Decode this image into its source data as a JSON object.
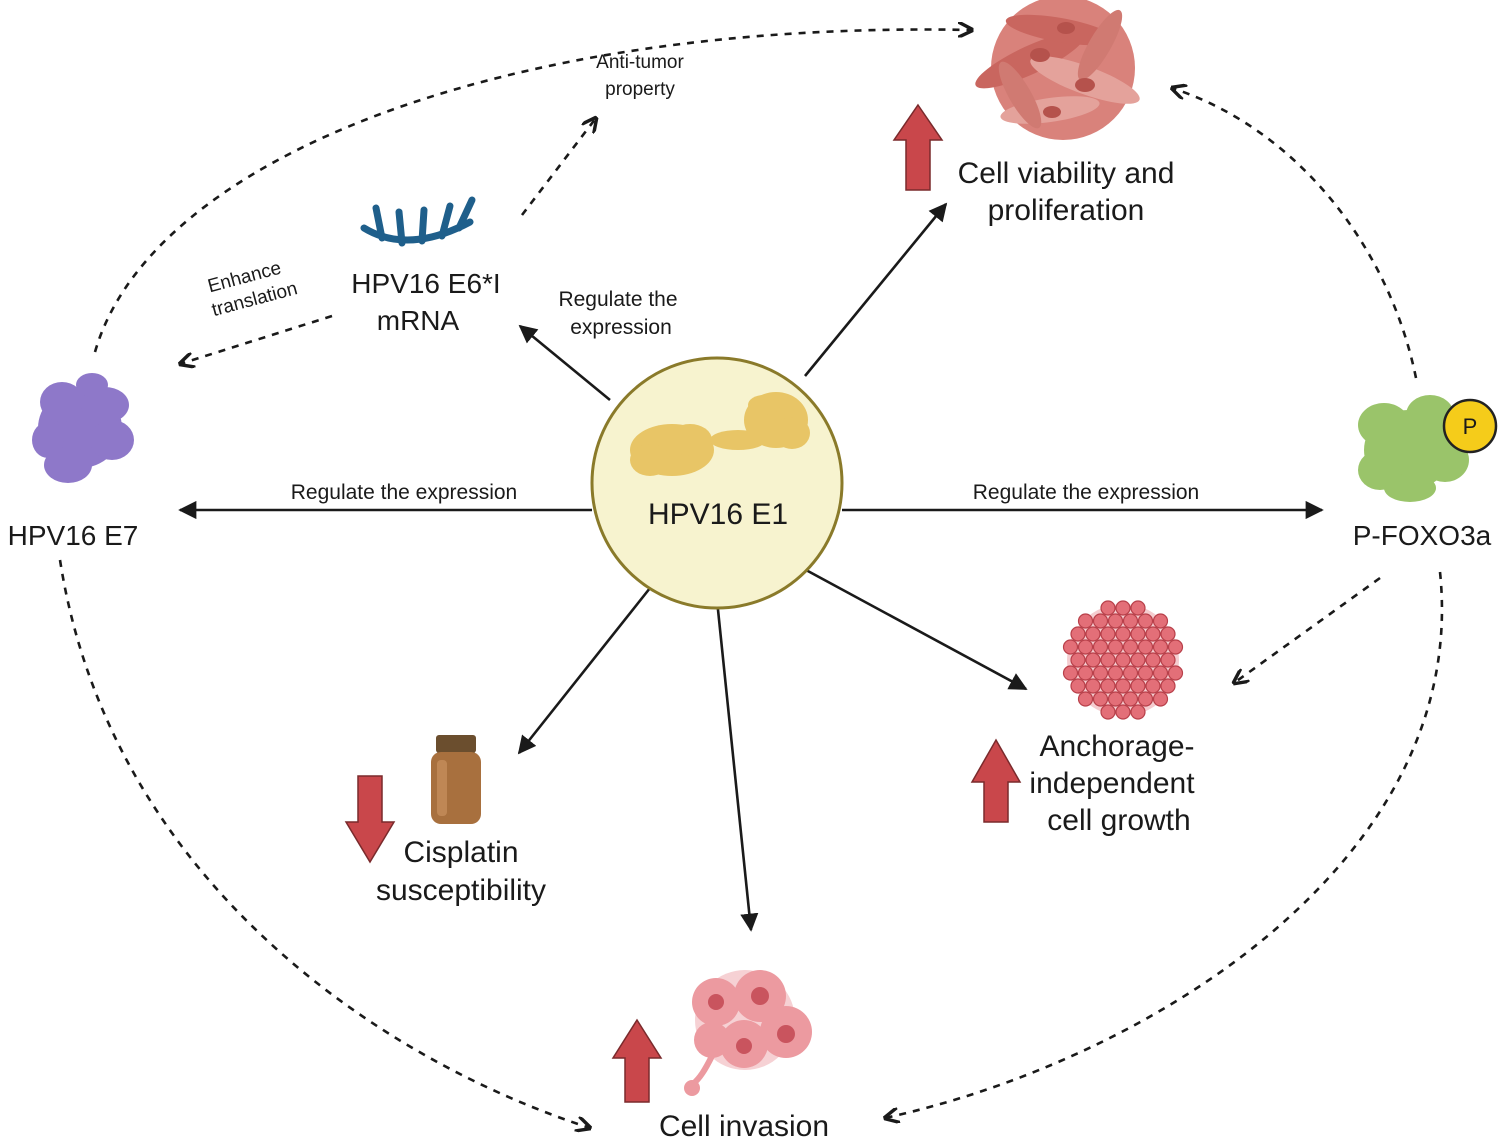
{
  "center": {
    "label": "HPV16 E1"
  },
  "nodes": {
    "e7": "HPV16 E7",
    "foxo": "P-FOXO3a",
    "phospho": "P",
    "mrna_line1": "HPV16 E6*I",
    "mrna_line2": "mRNA",
    "viability_line1": "Cell viability and",
    "viability_line2": "proliferation",
    "anchorage_line1": "Anchorage-",
    "anchorage_line2": "independent",
    "anchorage_line3": "cell growth",
    "cisplatin_line1": "Cisplatin",
    "cisplatin_line2": "susceptibility",
    "invasion": "Cell invasion"
  },
  "edge_labels": {
    "e1_to_e7": "Regulate the expression",
    "e1_to_foxo": "Regulate the expression",
    "e1_to_mrna_line1": "Regulate the",
    "e1_to_mrna_line2": "expression",
    "mrna_to_e7_line1": "Enhance",
    "mrna_to_e7_line2": "translation",
    "mrna_antitumor_line1": "Anti-tumor",
    "mrna_antitumor_line2": "property"
  },
  "colors": {
    "center_fill": "#f7f3cf",
    "center_stroke": "#8a7a2a",
    "e1_protein": "#e8c566",
    "e7_protein": "#8e78c9",
    "foxo_protein": "#9ac46a",
    "phospho_badge": "#f5cc1a",
    "mrna": "#1f5f8b",
    "up_arrow": "#c9474b",
    "down_arrow": "#c9474b",
    "bottle": "#a8703e",
    "viability_cells": "#d9827b",
    "anchorage_cells": "#e36f78",
    "invasion_cells": "#ec9aa0"
  },
  "indicators": {
    "viability": "up-arrow-icon",
    "anchorage": "up-arrow-icon",
    "invasion": "up-arrow-icon",
    "cisplatin": "down-arrow-icon"
  }
}
